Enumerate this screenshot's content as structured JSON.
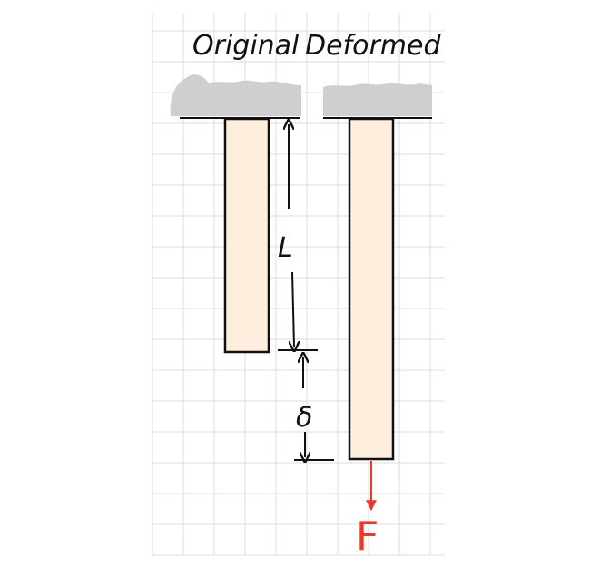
{
  "diagram": {
    "labels": {
      "original": "Original",
      "deformed": "Deformed",
      "length_symbol": "L",
      "elongation_symbol": "δ",
      "force_symbol": "F"
    },
    "colors": {
      "grid": "#dcdcdc",
      "support_hatch": "#cfcfcf",
      "bar_fill": "#fdeedd",
      "bar_stroke": "#111111",
      "ink": "#111111",
      "force": "#e8392b"
    }
  }
}
